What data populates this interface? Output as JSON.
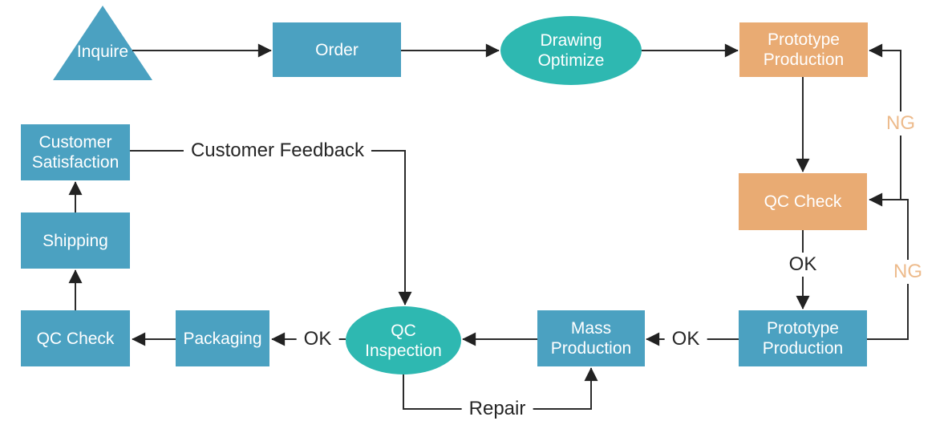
{
  "nodes": {
    "inquire": {
      "label": "Inquire",
      "shape": "triangle",
      "color": "#4BA1C1"
    },
    "order": {
      "label": "Order",
      "shape": "rect",
      "color": "#4BA1C1"
    },
    "drawing_optimize": {
      "label": "Drawing Optimize",
      "shape": "ellipse",
      "color": "#2EB8B1"
    },
    "prototype_production_top": {
      "label": "Prototype Production",
      "shape": "rect",
      "color": "#E9AB73"
    },
    "qc_check_right": {
      "label": "QC Check",
      "shape": "rect",
      "color": "#E9AB73"
    },
    "prototype_production_bottom": {
      "label": "Prototype Production",
      "shape": "rect",
      "color": "#4BA1C1"
    },
    "mass_production": {
      "label": "Mass Production",
      "shape": "rect",
      "color": "#4BA1C1"
    },
    "qc_inspection": {
      "label": "QC Inspection",
      "shape": "ellipse",
      "color": "#2EB8B1"
    },
    "packaging": {
      "label": "Packaging",
      "shape": "rect",
      "color": "#4BA1C1"
    },
    "qc_check_left": {
      "label": "QC Check",
      "shape": "rect",
      "color": "#4BA1C1"
    },
    "shipping": {
      "label": "Shipping",
      "shape": "rect",
      "color": "#4BA1C1"
    },
    "customer_satisfaction": {
      "label": "Customer Satisfaction",
      "shape": "rect",
      "color": "#4BA1C1"
    }
  },
  "edge_labels": {
    "ok_qc_to_prototype": "OK",
    "ok_prototype_to_mass": "OK",
    "ok_inspection_to_packaging": "OK",
    "ng_to_prototype_top": "NG",
    "ng_to_qc_check": "NG",
    "customer_feedback": "Customer Feedback",
    "repair": "Repair"
  },
  "colors": {
    "process_blue": "#4BA1C1",
    "terminal_teal": "#2EB8B1",
    "highlight_orange": "#E9AB73",
    "ng_label_orange": "#EDBB8C",
    "connector_black": "#2B2B2B",
    "node_text_white": "#FFFFFF",
    "edge_label_text": "#262626",
    "background": "#FFFFFF"
  }
}
